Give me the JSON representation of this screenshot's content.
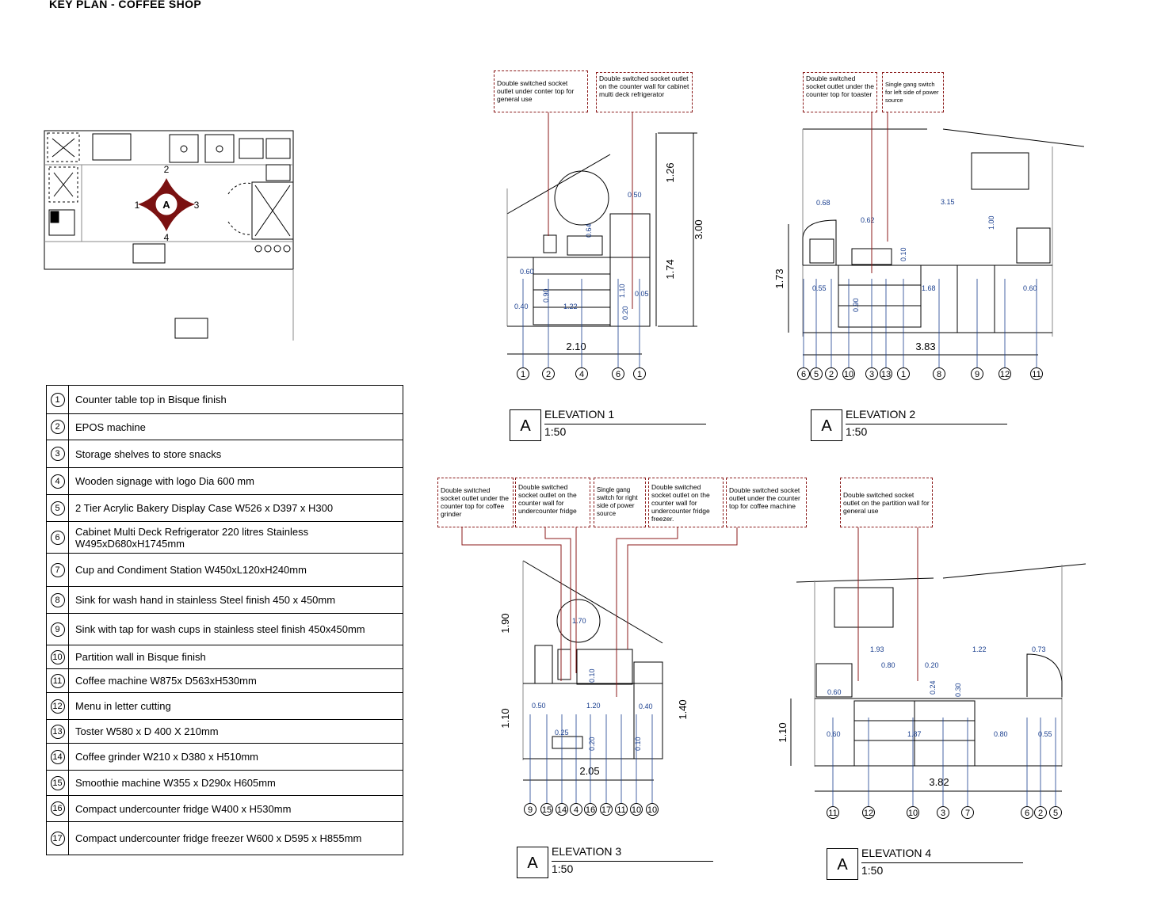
{
  "title": "KEY PLAN - COFFEE SHOP",
  "key_plan": {
    "center_label": "A",
    "direction_labels": [
      "1",
      "2",
      "3",
      "4"
    ]
  },
  "legend": [
    {
      "num": "1",
      "text": "Counter table top in Bisque finish"
    },
    {
      "num": "2",
      "text": "EPOS machine"
    },
    {
      "num": "3",
      "text": "Storage shelves to store snacks"
    },
    {
      "num": "4",
      "text": "Wooden signage with logo Dia 600 mm"
    },
    {
      "num": "5",
      "text": "2 Tier Acrylic Bakery Display Case W526 x D397 x H300"
    },
    {
      "num": "6",
      "text": "Cabinet Multi Deck Refrigerator 220 litres Stainless W495xD680xH1745mm"
    },
    {
      "num": "7",
      "text": "Cup and Condiment Station W450xL120xH240mm"
    },
    {
      "num": "8",
      "text": "Sink for wash hand in stainless Steel finish 450 x 450mm"
    },
    {
      "num": "9",
      "text": "Sink with tap for wash cups in stainless steel finish 450x450mm"
    },
    {
      "num": "10",
      "text": "Partition wall in Bisque finish"
    },
    {
      "num": "11",
      "text": "Coffee machine W875x D563xH530mm"
    },
    {
      "num": "12",
      "text": "Menu in letter cutting"
    },
    {
      "num": "13",
      "text": "Toster W580 x D 400 X 210mm"
    },
    {
      "num": "14",
      "text": "Coffee grinder W210 x D380 x H510mm"
    },
    {
      "num": "15",
      "text": "Smoothie machine W355 x D290x H605mm"
    },
    {
      "num": "16",
      "text": "Compact undercounter fridge W400 x H530mm"
    },
    {
      "num": "17",
      "text": "Compact undercounter fridge  freezer W600 x D595 x H855mm"
    }
  ],
  "elevations": [
    {
      "letter": "A",
      "name": "ELEVATION 1",
      "scale": "1:50"
    },
    {
      "letter": "A",
      "name": "ELEVATION 2",
      "scale": "1:50"
    },
    {
      "letter": "A",
      "name": "ELEVATION 3",
      "scale": "1:50"
    },
    {
      "letter": "A",
      "name": "ELEVATION 4",
      "scale": "1:50"
    }
  ],
  "notes": {
    "e1_a": "Double switched socket outlet under conter top for general use",
    "e1_b": "Double switched socket outlet on the counter wall for cabinet multi deck refrigerator",
    "e2_a": "Double switched socket outlet under the counter top for toaster",
    "e2_b": "Single gang switch for left side of power source",
    "e3_a": "Double switched socket outlet under the counter top for coffee grinder",
    "e3_b": "Double switched socket outlet on the counter wall for undercounter fridge",
    "e3_c": "Single gang switch for right side of power source",
    "e3_d": "Double switched socket outlet on the counter wall for undercounter fridge freezer.",
    "e3_e": "Double switched socket outlet under the counter top for coffee machine",
    "e4_a": "Double switched socket outlet on the partition wall for general use"
  },
  "dims": {
    "e1": {
      "total_w": "2.10",
      "h_total": "3.00",
      "h_upper": "1.26",
      "h_lower": "1.74",
      "d1": "0.50",
      "d2": "0.64",
      "d3": "0.60",
      "d4": "0.40",
      "d5": "0.90",
      "d6": "1.22",
      "d7": "1.10",
      "d8": "0.05",
      "d9": "0.20"
    },
    "e2": {
      "total_w": "3.83",
      "h": "1.73",
      "d1": "0.68",
      "d2": "3.15",
      "d3": "0.62",
      "d4": "1.00",
      "d5": "0.10",
      "d6": "0.55",
      "d7": "0.90",
      "d8": "1.68",
      "d9": "0.60"
    },
    "e3": {
      "total_w": "2.05",
      "h_upper": "1.90",
      "h_lower": "1.10",
      "h_right": "1.40",
      "d1": "1.70",
      "d2": "0.10",
      "d3": "0.50",
      "d4": "1.20",
      "d5": "0.40",
      "d6": "0.25",
      "d7": "0.20",
      "d8": "0.10"
    },
    "e4": {
      "total_w": "3.82",
      "h": "1.10",
      "d1": "1.93",
      "d2": "1.22",
      "d3": "0.73",
      "d4": "0.80",
      "d5": "0.20",
      "d6": "0.24",
      "d7": "0.30",
      "d8": "0.60",
      "d9": "0.60",
      "d10": "1.87",
      "d11": "0.80",
      "d12": "0.55"
    }
  },
  "callouts": {
    "e1": [
      "1",
      "2",
      "4",
      "6",
      "1"
    ],
    "e2": [
      "6",
      "5",
      "2",
      "10",
      "3",
      "13",
      "1",
      "8",
      "9",
      "12",
      "11"
    ],
    "e3": [
      "9",
      "15",
      "14",
      "4",
      "16",
      "17",
      "11",
      "10",
      "10"
    ],
    "e4": [
      "11",
      "12",
      "10",
      "3",
      "7",
      "6",
      "2",
      "5"
    ]
  },
  "colors": {
    "dimension": "#1a3f8f",
    "note_border": "#8b1a1a",
    "key_marker": "#7a1111"
  }
}
